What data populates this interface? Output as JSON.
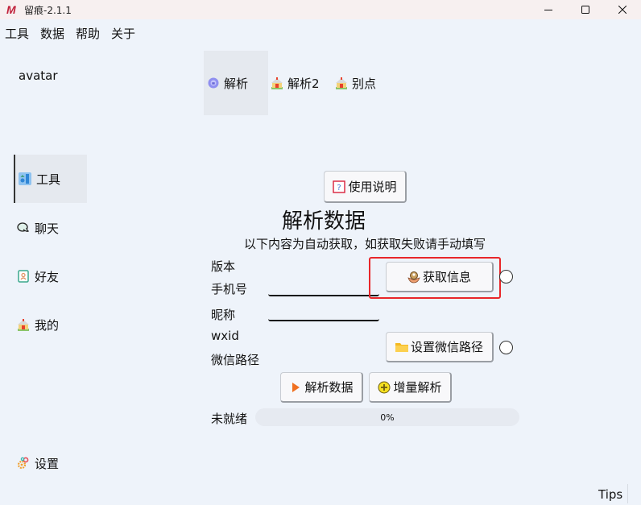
{
  "window": {
    "title": "留痕-2.1.1",
    "logo": "M",
    "controls": {
      "minimize": "minimize",
      "maximize": "maximize",
      "close": "close"
    }
  },
  "menubar": {
    "items": [
      {
        "label": "工具"
      },
      {
        "label": "数据"
      },
      {
        "label": "帮助"
      },
      {
        "label": "关于"
      }
    ]
  },
  "sidebar": {
    "avatar_label": "avatar",
    "items": [
      {
        "label": "工具",
        "icon": "tools-icon",
        "active": true
      },
      {
        "label": "聊天",
        "icon": "chat-bubble-icon",
        "active": false
      },
      {
        "label": "好友",
        "icon": "contacts-book-icon",
        "active": false
      },
      {
        "label": "我的",
        "icon": "house-icon",
        "active": false
      }
    ],
    "settings": {
      "label": "设置",
      "icon": "gears-icon"
    }
  },
  "tabs": [
    {
      "label": "解析",
      "icon": "lock-circle-icon",
      "active": true
    },
    {
      "label": "解析2",
      "icon": "house-icon",
      "active": false
    },
    {
      "label": "别点",
      "icon": "house-icon",
      "active": false
    }
  ],
  "main": {
    "help_button": {
      "label": "使用说明",
      "icon": "question-icon"
    },
    "title": "解析数据",
    "subtitle": "以下内容为自动获取，如获取失败请手动填写",
    "fields": [
      {
        "label": "版本",
        "value": ""
      },
      {
        "label": "手机号",
        "value": ""
      },
      {
        "label": "昵称",
        "value": ""
      },
      {
        "label": "wxid",
        "value": ""
      },
      {
        "label": "微信路径",
        "value": ""
      }
    ],
    "get_info_button": {
      "label": "获取信息",
      "icon": "hands-icon"
    },
    "set_path_button": {
      "label": "设置微信路径",
      "icon": "folder-icon"
    },
    "decode_button": {
      "label": "解析数据",
      "icon": "play-icon"
    },
    "incremental_button": {
      "label": "增量解析",
      "icon": "plus-circle-icon"
    },
    "status": "未就绪",
    "progress": "0%"
  },
  "statusbar": {
    "tips": "Tips"
  },
  "colors": {
    "background": "#eef3fa",
    "highlight": "#e8262a",
    "active_bg": "#e5e9ef",
    "logo": "#c0213a"
  }
}
